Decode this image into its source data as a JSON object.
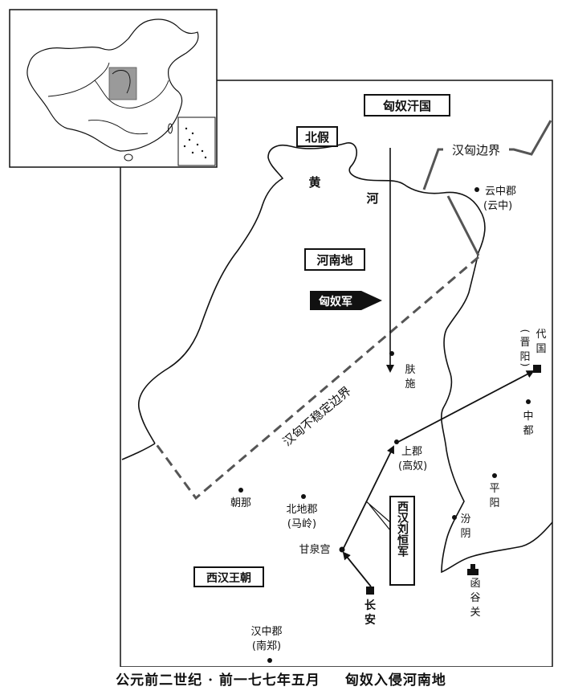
{
  "labels": {
    "xiongnu_khanate": "匈奴汗国",
    "beijia": "北假",
    "han_xiongnu_border": "汉匈边界",
    "huang": "黄",
    "he": "河",
    "henan_di": "河南地",
    "xiongnu_army": "匈奴军",
    "unstable_border": "汉匈不稳定边界",
    "western_han_dynasty": "西汉王朝",
    "liu_heng_army_line1": "西汉·",
    "liu_heng_army_line2": "刘恒军"
  },
  "places": {
    "yunzhong": [
      "云中郡",
      "(云中)"
    ],
    "fushi": [
      "肤",
      "施"
    ],
    "shangjun": [
      "上郡",
      "(高奴)"
    ],
    "dai": [
      "代",
      "国"
    ],
    "jinyang": [
      "晋",
      "阳"
    ],
    "zhongdu": [
      "中",
      "都"
    ],
    "pingyang": [
      "平",
      "阳"
    ],
    "fenyin": [
      "汾",
      "阴"
    ],
    "hanguguan": [
      "函",
      "谷",
      "关"
    ],
    "chaona": "朝那",
    "beidi": [
      "北地郡",
      "(马岭)"
    ],
    "ganquan": "甘泉宫",
    "changan": [
      "长",
      "安"
    ],
    "hanzhong": [
      "汉中郡",
      "(南郑)"
    ]
  },
  "caption": {
    "period": "公元前二世纪 · 前一七七年五月",
    "event": "匈奴入侵河南地"
  },
  "colors": {
    "border_solid": "#555555",
    "border_dashed": "#555555",
    "ink": "#111111"
  }
}
